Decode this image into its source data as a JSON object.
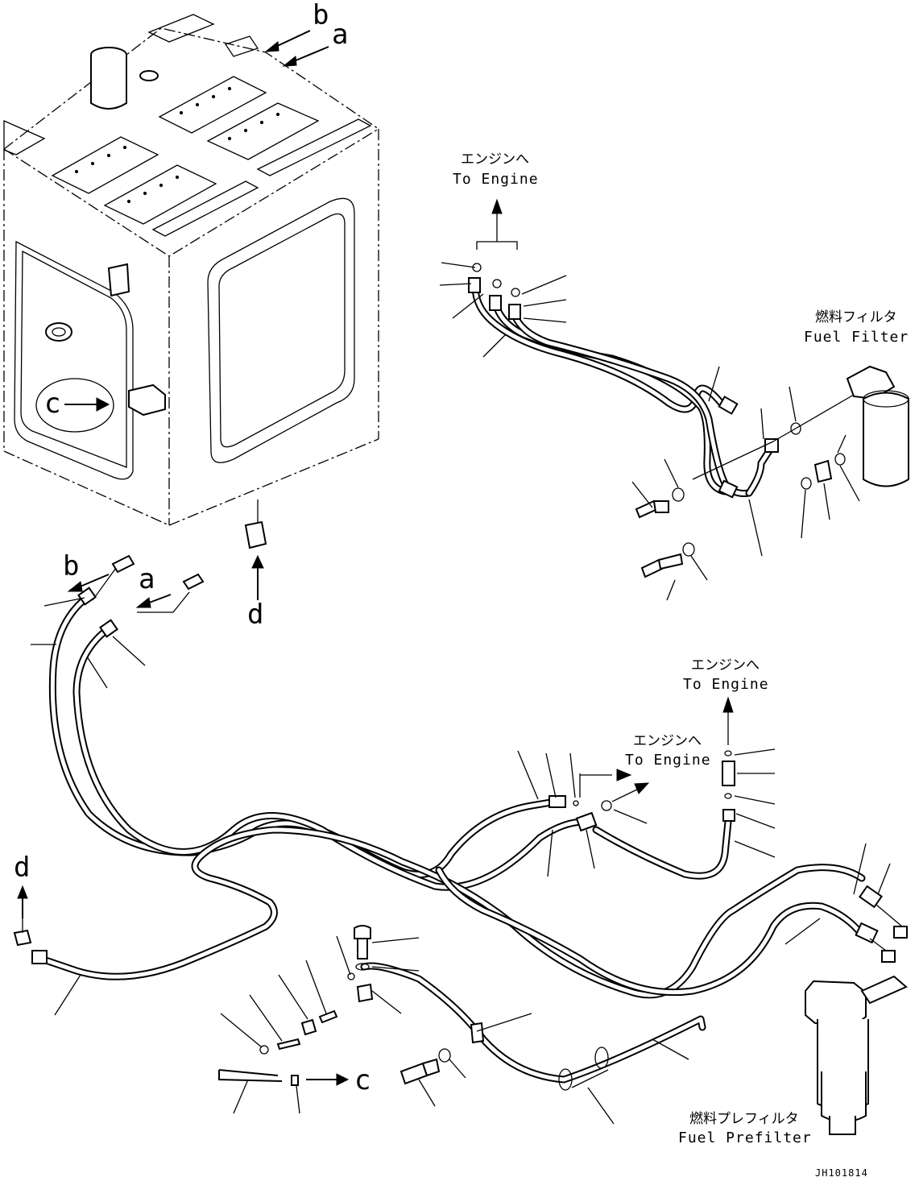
{
  "callouts": {
    "b_top": "b",
    "a_top": "a",
    "c_tank": "c",
    "d_tank": "d",
    "b_hose": "b",
    "a_hose": "a",
    "d_left": "d",
    "c_bottom": "c"
  },
  "captions": {
    "engine_top_jp": "エンジンへ",
    "engine_top_en": "To Engine",
    "fuel_filter_jp": "燃料フィルタ",
    "fuel_filter_en": "Fuel Filter",
    "engine_right_jp": "エンジンへ",
    "engine_right_en": "To Engine",
    "engine_mid_jp": "エンジンへ",
    "engine_mid_en": "To Engine",
    "prefilter_jp": "燃料プレフィルタ",
    "prefilter_en": "Fuel Prefilter"
  },
  "drawing_code": "JH101814"
}
